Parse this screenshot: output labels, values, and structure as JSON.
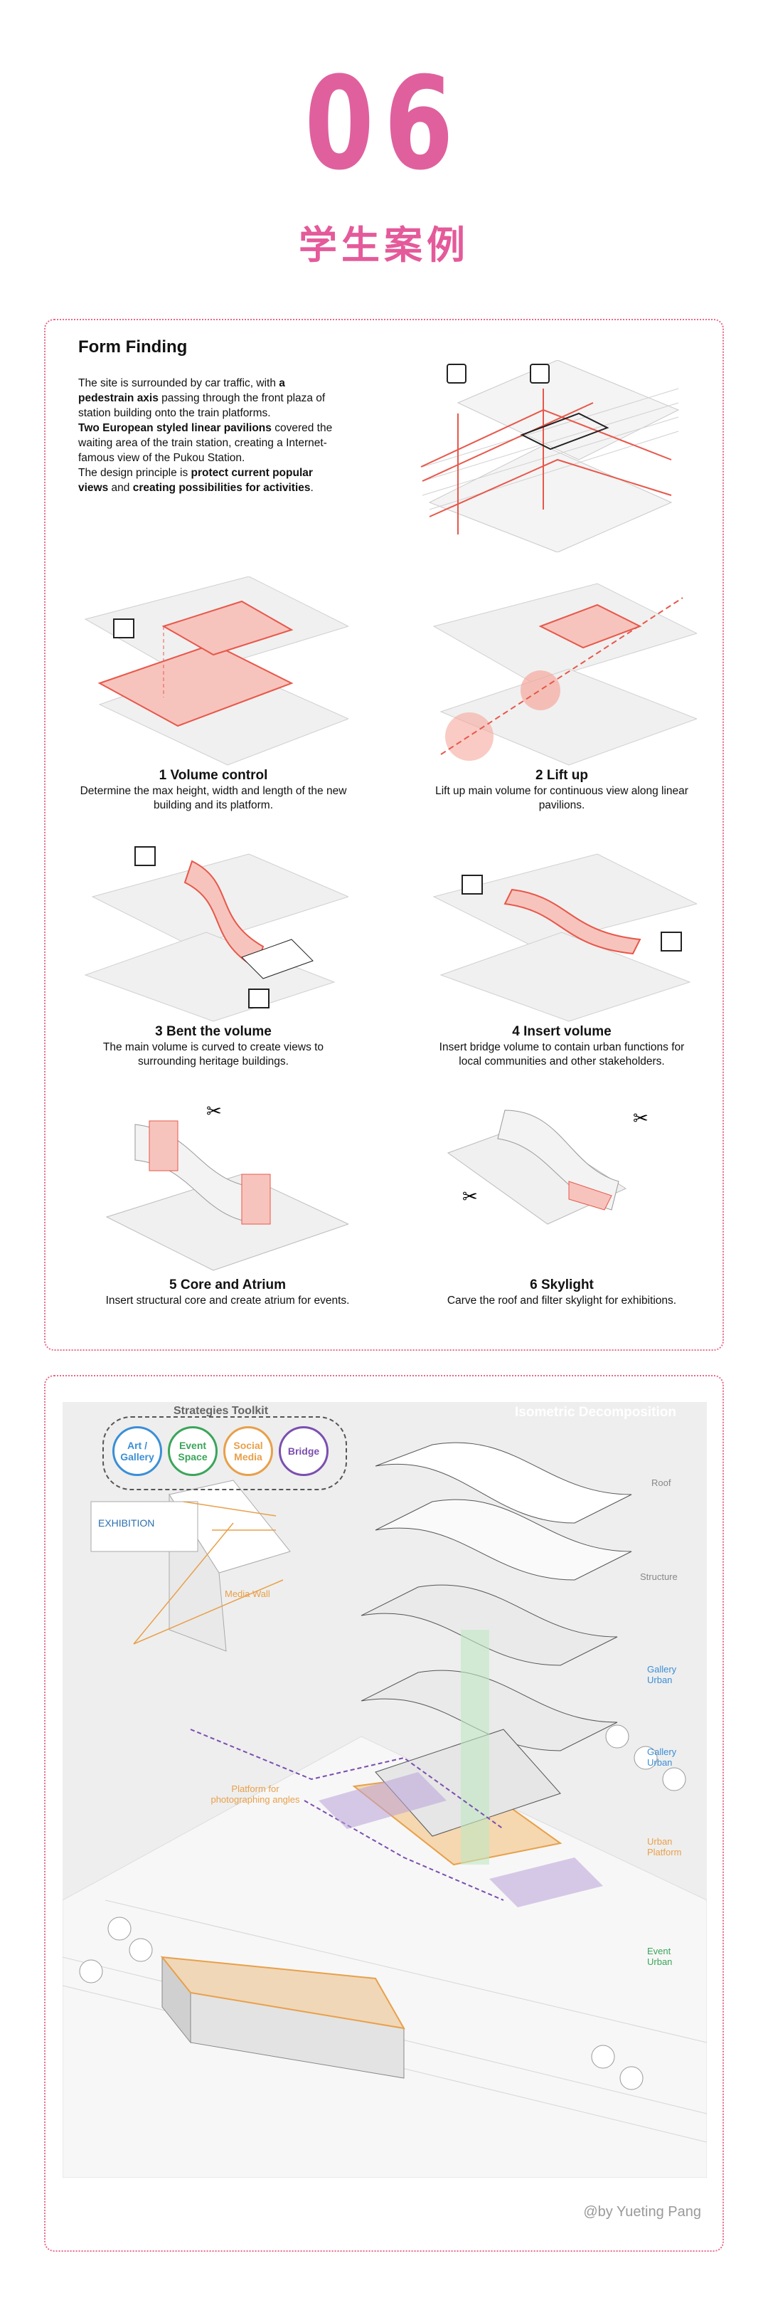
{
  "header": {
    "number": "06",
    "subtitle": "学生案例"
  },
  "form_finding": {
    "title": "Form Finding",
    "intro": [
      {
        "text": "The site is surrounded by car traffic, with ",
        "bold": false
      },
      {
        "text": "a pedestrain axis",
        "bold": true
      },
      {
        "text": " passing through the front plaza of station building onto the train platforms.",
        "bold": false
      },
      {
        "text": "Two European styled linear pavilions",
        "bold": true
      },
      {
        "text": " covered the waiting area of the train station, creating a Internet-famous view of the Pukou Station.",
        "bold": false
      },
      {
        "text": "The design principle is ",
        "bold": false
      },
      {
        "text": "protect current popular views",
        "bold": true
      },
      {
        "text": " and ",
        "bold": false
      },
      {
        "text": "creating possibilities for activities",
        "bold": true
      },
      {
        "text": ".",
        "bold": false
      }
    ],
    "steps": [
      {
        "title": "1 Volume control",
        "desc": "Determine the max height, width and length of the new building and its platform."
      },
      {
        "title": "2 Lift up",
        "desc": "Lift up main volume for continuous view along linear pavilions."
      },
      {
        "title": "3 Bent the volume",
        "desc": "The main volume is curved to create views to surrounding heritage buildings."
      },
      {
        "title": "4 Insert volume",
        "desc": "Insert bridge volume to contain urban functions for local communities and other stakeholders."
      },
      {
        "title": "5 Core and Atrium",
        "desc": "Insert structural core and create atrium for events."
      },
      {
        "title": "6 Skylight",
        "desc": "Carve the roof and filter skylight for exhibitions."
      }
    ]
  },
  "isometric": {
    "title": "Isometric Decomposition",
    "toolkit_title": "Strategies Toolkit",
    "toolkit": [
      {
        "label": "Art / Gallery",
        "color": "#3b8fd6"
      },
      {
        "label": "Event Space",
        "color": "#3aa55a"
      },
      {
        "label": "Social Media",
        "color": "#e8a04a"
      },
      {
        "label": "Bridge",
        "color": "#7b4fb0"
      }
    ],
    "layer_labels": [
      {
        "text": "Roof",
        "color": "#888888"
      },
      {
        "text": "Structure",
        "color": "#888888"
      },
      {
        "text": "Gallery Urban",
        "color": "#3b8fd6"
      },
      {
        "text": "Gallery Urban",
        "color": "#3b8fd6"
      },
      {
        "text": "Urban Platform",
        "color": "#e8a04a"
      },
      {
        "text": "Event Urban",
        "color": "#3aa55a"
      }
    ],
    "annotations": {
      "media_wall": "Media Wall",
      "platform": "Platform for photographing angles",
      "exhibition": "EXHIBITION"
    },
    "signature": "@by Yueting Pang"
  },
  "colors": {
    "accent": "#e0609e",
    "diagram_red": "#e8574a",
    "panel_border": "#e86a8a"
  }
}
